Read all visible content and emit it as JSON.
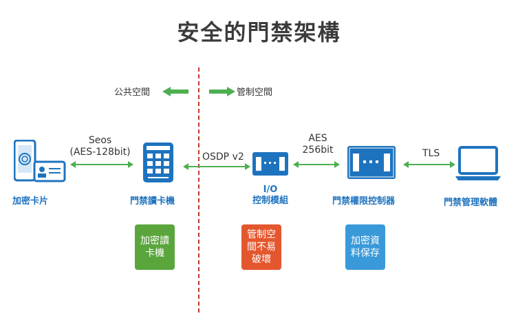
{
  "title": "安全的門禁架構",
  "zones": {
    "public": "公共空間",
    "controlled": "管制空間"
  },
  "links": {
    "seos_line1": "Seos",
    "seos_line2": "(AES-128bit)",
    "osdp": "OSDP v2",
    "aes_line1": "AES",
    "aes_line2": "256bit",
    "tls": "TLS"
  },
  "components": [
    {
      "label_line1": "加密卡片",
      "label_line2": "",
      "icon": "phone-and-card-icon"
    },
    {
      "label_line1": "門禁讀卡機",
      "label_line2": "",
      "icon": "card-reader-icon"
    },
    {
      "label_line1": "I/O",
      "label_line2": "控制模組",
      "icon": "io-module-icon"
    },
    {
      "label_line1": "門禁權限控制器",
      "label_line2": "",
      "icon": "access-controller-icon"
    },
    {
      "label_line1": "門禁管理軟體",
      "label_line2": "",
      "icon": "laptop-icon"
    }
  ],
  "features": [
    {
      "lines": [
        "加密讀",
        "卡機"
      ],
      "color": "#5aa63c"
    },
    {
      "lines": [
        "管制空",
        "間不易",
        "破壞"
      ],
      "color": "#e4572e"
    },
    {
      "lines": [
        "加密資",
        "料保存"
      ],
      "color": "#3a9ad9"
    }
  ],
  "colors": {
    "accent_blue": "#1e73be",
    "arrow_green": "#4caf50",
    "divider_red": "#c0392b",
    "device_blue": "#1e73be"
  }
}
